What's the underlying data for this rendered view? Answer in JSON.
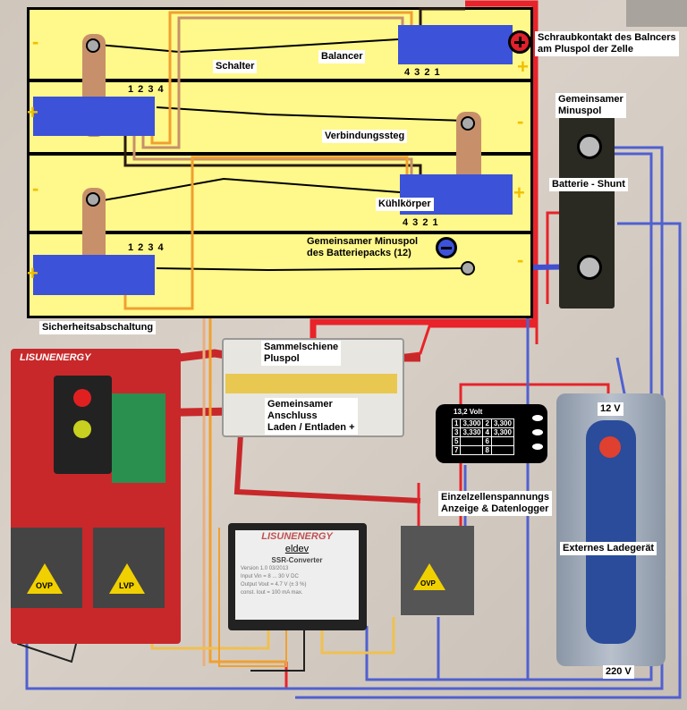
{
  "labels": {
    "schalter": "Schalter",
    "balancer": "Balancer",
    "schraubkontakt": "Schraubkontakt des Balncers",
    "schraubkontakt_2": "am Pluspol der Zelle",
    "gemeinsamer_minuspol": "Gemeinsamer",
    "gemeinsamer_minuspol_2": "Minuspol",
    "verbindungssteg": "Verbindungssteg",
    "batterie_shunt": "Batterie - Shunt",
    "kuehlkoerper": "Kühlkörper",
    "minuspol_pack": "Gemeinsamer Minuspol",
    "minuspol_pack_2": "des Batteriepacks (12)",
    "sicherheitsabschaltung": "Sicherheitsabschaltung",
    "sammelschiene": "Sammelschiene",
    "sammelschiene_2": "Pluspol",
    "anschluss": "Gemeinsamer",
    "anschluss_2": "Anschluss",
    "anschluss_3": "Laden / Entladen +",
    "einzelzellen": "Einzelzellenspannungs",
    "einzelzellen_2": "Anzeige & Datenlogger",
    "ladegeraet": "Externes Ladegerät",
    "v12": "12 V",
    "v220": "220 V"
  },
  "balancer_pins": [
    "1 2 3 4",
    "4 3 2 1"
  ],
  "cell_signs": {
    "plus": "+",
    "minus": "-"
  },
  "logger": {
    "title": "13,2 Volt",
    "cells": [
      [
        "1",
        "3,300",
        "2",
        "3,300"
      ],
      [
        "3",
        "3,330",
        "4",
        "3,300"
      ],
      [
        "5",
        "",
        "6",
        ""
      ],
      [
        "7",
        "",
        "8",
        ""
      ]
    ]
  },
  "converter": {
    "brand": "LISUNENERGY",
    "maker": "eldev",
    "name": "SSR-Converter",
    "specs": [
      [
        "Version",
        "1.0    03/2013"
      ],
      [
        "Input",
        "Vin = 8 ... 30 V DC"
      ],
      [
        "Output",
        "Vout = 4.7 V (± 3 %)"
      ],
      [
        "const.",
        "Iout = 100 mA max."
      ]
    ]
  },
  "board_brand": "LISUNENERGY",
  "relays": [
    "OVP",
    "LVP",
    "OVP"
  ],
  "colors": {
    "battery_panel": "#fff88a",
    "balancer": "#3c52d8",
    "plus_wire": "#e8232a",
    "minus_wire": "#5060d0",
    "signal_wire": "#f0a030",
    "board": "#c8282a"
  }
}
